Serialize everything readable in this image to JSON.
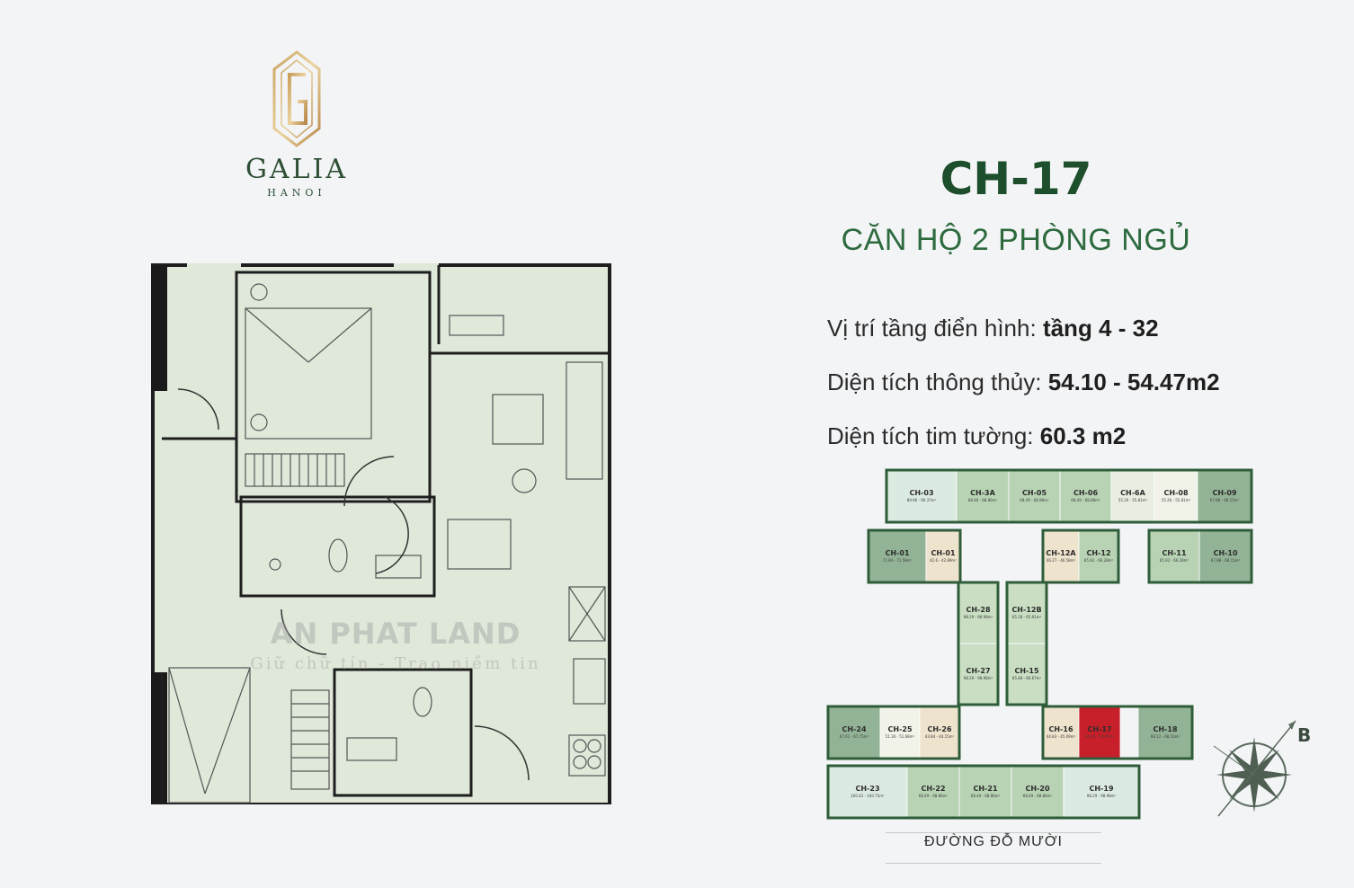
{
  "brand": {
    "name": "GALIA",
    "sub": "HANOI"
  },
  "watermark": {
    "line1": "AN PHAT LAND",
    "line2": "Giữ chữ tín - Trao niềm tin"
  },
  "unit": {
    "code": "CH-17",
    "type": "CĂN HỘ 2 PHÒNG NGỦ",
    "floor_label": "Vị trí tầng điển hình: ",
    "floor_value": "tầng 4 - 32",
    "net_area_label": "Diện tích thông thủy: ",
    "net_area_value": "54.10 - 54.47m2",
    "gross_area_label": "Diện tích tim tường: ",
    "gross_area_value": "60.3 m2"
  },
  "keyplan": {
    "highlight_color": "#c8202a",
    "units": [
      {
        "id": "CH-03",
        "area": "89.96 - 90.37m²"
      },
      {
        "id": "CH-3A",
        "area": "68.49 - 68.86m²"
      },
      {
        "id": "CH-05",
        "area": "68.49 - 68.86m²"
      },
      {
        "id": "CH-06",
        "area": "68.49 - 68.86m²"
      },
      {
        "id": "CH-6A",
        "area": "55.26 - 55.81m²"
      },
      {
        "id": "CH-08",
        "area": "55.26 - 55.81m²"
      },
      {
        "id": "CH-09",
        "area": "67.88 - 68.15m²"
      },
      {
        "id": "CH-01",
        "area": "71.84 - 71.58m²"
      },
      {
        "id": "CH-01",
        "area": "42.6 - 42.89m²"
      },
      {
        "id": "CH-12A",
        "area": "46.27 - 46.58m²"
      },
      {
        "id": "CH-12",
        "area": "65.92 - 66.28m²"
      },
      {
        "id": "CH-11",
        "area": "65.92 - 66.28m²"
      },
      {
        "id": "CH-10",
        "area": "67.88 - 68.15m²"
      },
      {
        "id": "CH-28",
        "area": "98.29 - 98.98m²"
      },
      {
        "id": "CH-12B",
        "area": "65.18 - 65.91m²"
      },
      {
        "id": "CH-27",
        "area": "98.29 - 98.98m²"
      },
      {
        "id": "CH-15",
        "area": "65.48 - 66.67m²"
      },
      {
        "id": "CH-24",
        "area": "67.61 - 67.75m²"
      },
      {
        "id": "CH-25",
        "area": "51.30 - 51.68m²"
      },
      {
        "id": "CH-26",
        "area": "43.84 - 44.15m²"
      },
      {
        "id": "CH-16",
        "area": "44.83 - 45.09m²"
      },
      {
        "id": "CH-17",
        "area": "54.10 - 54.47m²"
      },
      {
        "id": "CH-18",
        "area": "68.12 - 68.16m²"
      },
      {
        "id": "CH-23",
        "area": "100.42 - 100.75m²"
      },
      {
        "id": "CH-22",
        "area": "68.49 - 68.86m²"
      },
      {
        "id": "CH-21",
        "area": "68.49 - 68.86m²"
      },
      {
        "id": "CH-20",
        "area": "68.49 - 68.86m²"
      },
      {
        "id": "CH-19",
        "area": "98.29 - 98.98m²"
      }
    ],
    "street": "ĐƯỜNG  ĐỖ MƯỜI",
    "north_label": "B"
  }
}
